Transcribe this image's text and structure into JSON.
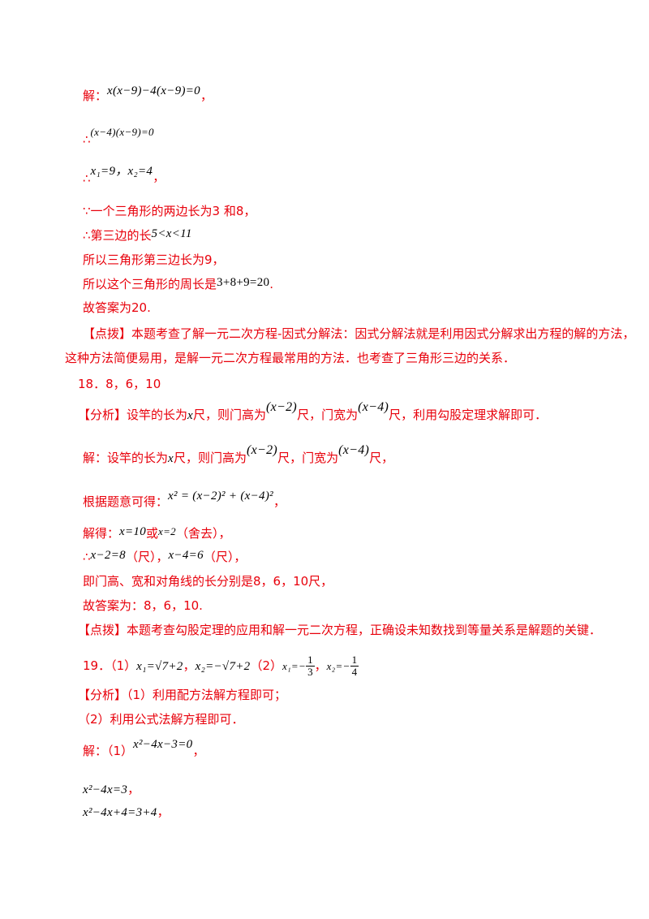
{
  "lines": {
    "l1_prefix": "解：",
    "l1_math": "x(x−9)−4(x−9)=0",
    "l1_suffix": "，",
    "l2_prefix": "∴",
    "l2_math": "(x−4)(x−9)=0",
    "l3_prefix": "∴",
    "l3_math": "x₁=9，x₂=4",
    "l3_suffix": "，",
    "l4": "∵一个三角形的两边长为3 和8，",
    "l5_prefix": "∴第三边的长",
    "l5_math": "5<x<11",
    "l6": "所以三角形第三边长为9，",
    "l7_prefix": "所以这个三角形的周长是",
    "l7_math": "3+8+9=20",
    "l7_suffix": ".",
    "l8": "故答案为20.",
    "l9a": "【点拨】本题考查了解一元二次方程-因式分解法：因式分解法就是利用因式分解求出方程的解的方法，",
    "l9b": "这种方法简便易用，是解一元二次方程最常用的方法．也考查了三角形三边的关系．",
    "l10": "18．8，6，10",
    "l11_a": "【分析】设竿的长为",
    "l11_x": "x",
    "l11_b": "尺，则门高为",
    "l11_m1": "(x−2)",
    "l11_c": "尺，门宽为",
    "l11_m2": "(x−4)",
    "l11_d": "尺，利用勾股定理求解即可．",
    "l12_a": "解：设竿的长为",
    "l12_x": "x",
    "l12_b": "尺，则门高为",
    "l12_m1": "(x−2)",
    "l12_c": "尺，门宽为",
    "l12_m2": "(x−4)",
    "l12_d": "尺，",
    "l13_prefix": "根据题意可得：",
    "l13_math": "x² = (x−2)² + (x−4)²",
    "l13_suffix": "，",
    "l14_a": "解得：",
    "l14_m1": "x=10",
    "l14_b": "或",
    "l14_m2": "x=2",
    "l14_c": "（舍去），",
    "l15_a": "∴",
    "l15_m1": "x−2=8",
    "l15_b": "（尺），",
    "l15_m2": "x−4=6",
    "l15_c": "（尺），",
    "l16": "即门高、宽和对角线的长分别是8，6，10尺，",
    "l17": "故答案为：8，6，10.",
    "l18": "【点拨】本题考查勾股定理的应用和解一元二次方程，正确设未知数找到等量关系是解题的关键．",
    "l19_a": "19．（1）",
    "l19_m1": "x₁=√7+2",
    "l19_b": "，",
    "l19_m2": "x₂=−√7+2",
    "l19_c": "（2）",
    "l19_m3a": "x₁=−",
    "l19_f1n": "1",
    "l19_f1d": "3",
    "l19_d": "，",
    "l19_m4a": "x₂=−",
    "l19_f2n": "1",
    "l19_f2d": "4",
    "l20": "【分析】（1）利用配方法解方程即可；",
    "l21": "（2）利用公式法解方程即可．",
    "l22_a": "解：（1）",
    "l22_math": "x²−4x−3=0",
    "l22_b": "，",
    "l23_math": "x²−4x=3",
    "l23_b": "，",
    "l24_math": "x²−4x+4=3+4",
    "l24_b": "，"
  }
}
